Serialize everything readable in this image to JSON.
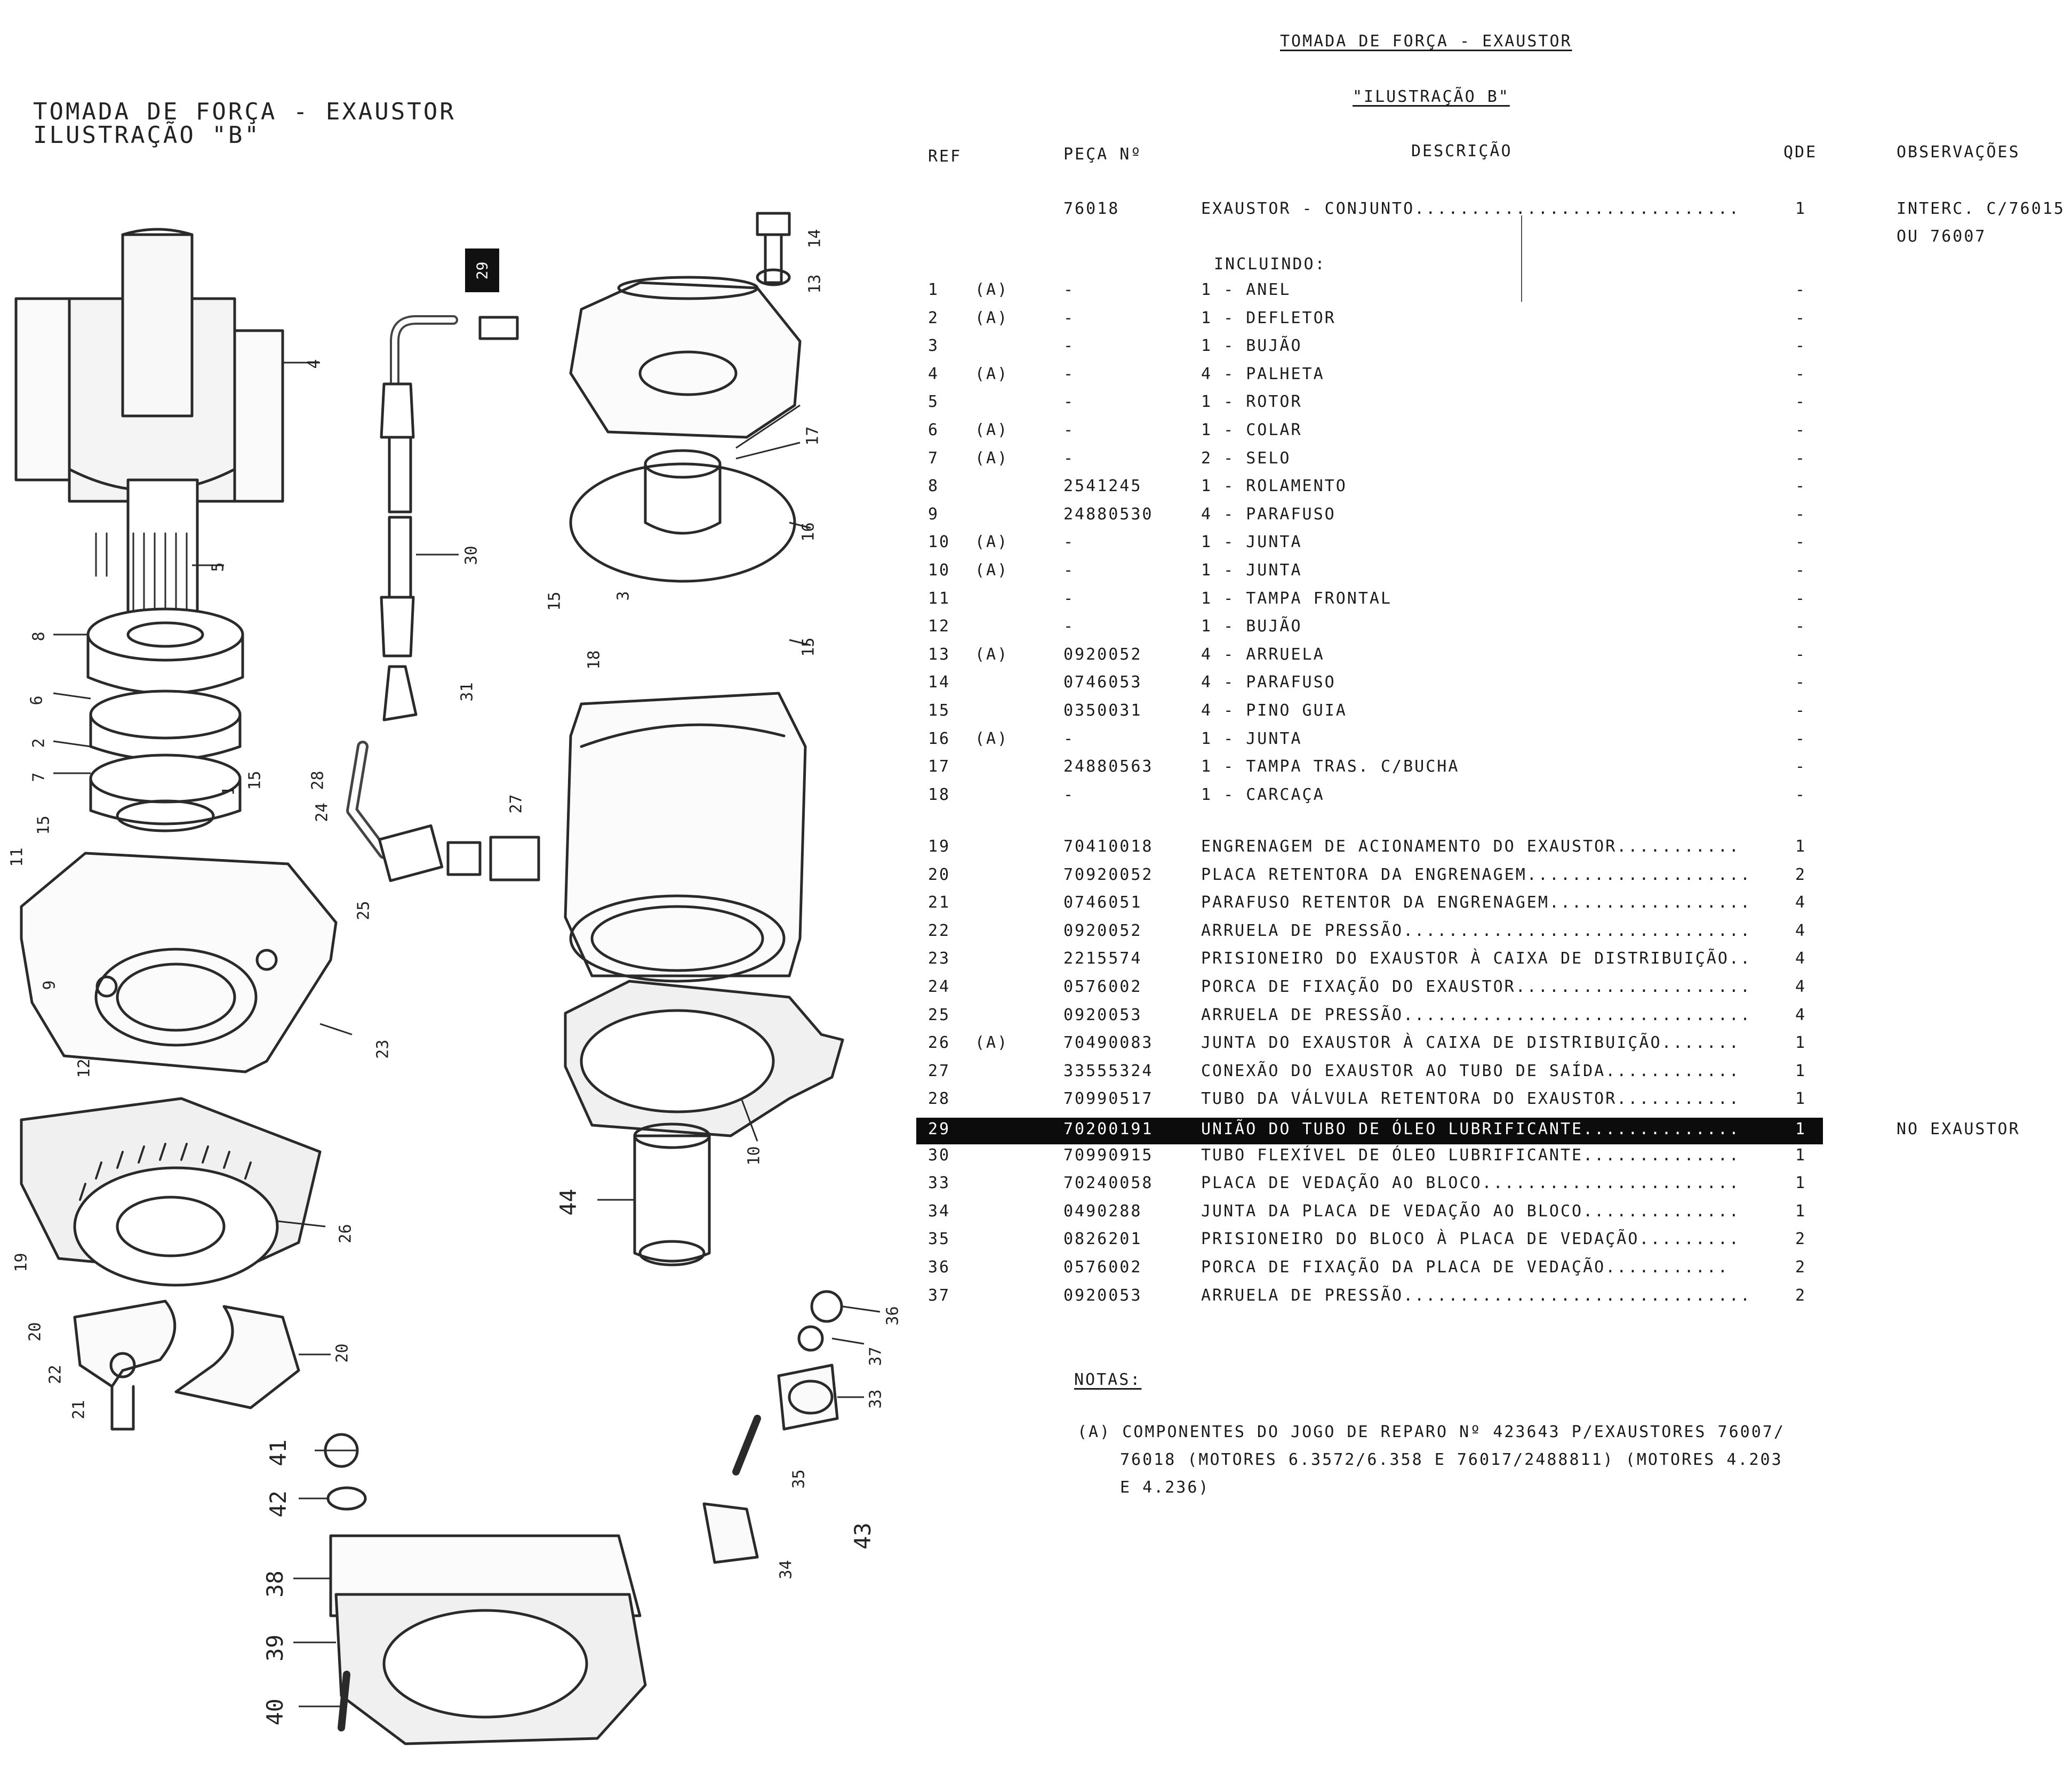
{
  "diagram": {
    "title_line1": "TOMADA DE FORÇA - EXAUSTOR",
    "title_line2": "ILUSTRAÇÃO \"B\"",
    "highlighted_callout": "29",
    "callouts": [
      {
        "label": "14"
      },
      {
        "label": "13"
      },
      {
        "label": "4"
      },
      {
        "label": "17"
      },
      {
        "label": "30"
      },
      {
        "label": "5"
      },
      {
        "label": "16"
      },
      {
        "label": "8"
      },
      {
        "label": "15"
      },
      {
        "label": "3"
      },
      {
        "label": "15"
      },
      {
        "label": "6"
      },
      {
        "label": "18"
      },
      {
        "label": "31"
      },
      {
        "label": "2"
      },
      {
        "label": "7"
      },
      {
        "label": "28"
      },
      {
        "label": "15"
      },
      {
        "label": "24"
      },
      {
        "label": "1"
      },
      {
        "label": "11"
      },
      {
        "label": "15"
      },
      {
        "label": "27"
      },
      {
        "label": "25"
      },
      {
        "label": "9"
      },
      {
        "label": "23"
      },
      {
        "label": "12"
      },
      {
        "label": "10"
      },
      {
        "label": "26"
      },
      {
        "label": "19"
      },
      {
        "label": "44"
      },
      {
        "label": "20"
      },
      {
        "label": "20"
      },
      {
        "label": "22"
      },
      {
        "label": "21"
      },
      {
        "label": "36"
      },
      {
        "label": "37"
      },
      {
        "label": "33"
      },
      {
        "label": "35"
      },
      {
        "label": "41"
      },
      {
        "label": "42"
      },
      {
        "label": "43"
      },
      {
        "label": "34"
      },
      {
        "label": "38"
      },
      {
        "label": "39"
      },
      {
        "label": "40"
      }
    ]
  },
  "page": {
    "title": "TOMADA DE FORÇA - EXAUSTOR",
    "subtitle": "\"ILUSTRAÇÃO B\"",
    "headers": {
      "ref": "REF",
      "part": "PEÇA Nº",
      "desc": "DESCRIÇÃO",
      "qty": "QDE",
      "obs": "OBSERVAÇÕES"
    },
    "main_item": {
      "part": "76018",
      "desc": "EXAUSTOR - CONJUNTO.............................",
      "qty": "1",
      "obs": "INTERC. C/76015",
      "obs2": "OU 76007"
    },
    "including_label": "INCLUINDO:",
    "rows": [
      {
        "ref": "1",
        "a": "(A)",
        "part": "-",
        "desc": "1 - ANEL",
        "qty": "-"
      },
      {
        "ref": "2",
        "a": "(A)",
        "part": "-",
        "desc": "1 - DEFLETOR",
        "qty": "-"
      },
      {
        "ref": "3",
        "a": "",
        "part": "-",
        "desc": "1 - BUJÃO",
        "qty": "-"
      },
      {
        "ref": "4",
        "a": "(A)",
        "part": "-",
        "desc": "4 - PALHETA",
        "qty": "-"
      },
      {
        "ref": "5",
        "a": "",
        "part": "-",
        "desc": "1 - ROTOR",
        "qty": "-"
      },
      {
        "ref": "6",
        "a": "(A)",
        "part": "-",
        "desc": "1 - COLAR",
        "qty": "-"
      },
      {
        "ref": "7",
        "a": "(A)",
        "part": "-",
        "desc": "2 - SELO",
        "qty": "-"
      },
      {
        "ref": "8",
        "a": "",
        "part": "2541245",
        "desc": "1 - ROLAMENTO",
        "qty": "-"
      },
      {
        "ref": "9",
        "a": "",
        "part": "24880530",
        "desc": "4 - PARAFUSO",
        "qty": "-"
      },
      {
        "ref": "10",
        "a": "(A)",
        "part": "-",
        "desc": "1 - JUNTA",
        "qty": "-"
      },
      {
        "ref": "10",
        "a": "(A)",
        "part": "-",
        "desc": "1 - JUNTA",
        "qty": "-"
      },
      {
        "ref": "11",
        "a": "",
        "part": "-",
        "desc": "1 - TAMPA FRONTAL",
        "qty": "-"
      },
      {
        "ref": "12",
        "a": "",
        "part": "-",
        "desc": "1 - BUJÃO",
        "qty": "-"
      },
      {
        "ref": "13",
        "a": "(A)",
        "part": "0920052",
        "desc": "4 - ARRUELA",
        "qty": "-"
      },
      {
        "ref": "14",
        "a": "",
        "part": "0746053",
        "desc": "4 - PARAFUSO",
        "qty": "-"
      },
      {
        "ref": "15",
        "a": "",
        "part": "0350031",
        "desc": "4 - PINO GUIA",
        "qty": "-"
      },
      {
        "ref": "16",
        "a": "(A)",
        "part": "-",
        "desc": "1 - JUNTA",
        "qty": "-"
      },
      {
        "ref": "17",
        "a": "",
        "part": "24880563",
        "desc": "1 - TAMPA TRAS. C/BUCHA",
        "qty": "-"
      },
      {
        "ref": "18",
        "a": "",
        "part": "-",
        "desc": "1 - CARCAÇA",
        "qty": "-"
      }
    ],
    "rows2": [
      {
        "ref": "19",
        "a": "",
        "part": "70410018",
        "desc": "ENGRENAGEM DE ACIONAMENTO DO EXAUSTOR...........",
        "qty": "1",
        "obs": ""
      },
      {
        "ref": "20",
        "a": "",
        "part": "70920052",
        "desc": "PLACA RETENTORA DA ENGRENAGEM....................",
        "qty": "2",
        "obs": ""
      },
      {
        "ref": "21",
        "a": "",
        "part": "0746051",
        "desc": "PARAFUSO RETENTOR DA ENGRENAGEM..................",
        "qty": "4",
        "obs": ""
      },
      {
        "ref": "22",
        "a": "",
        "part": "0920052",
        "desc": "ARRUELA DE PRESSÃO...............................",
        "qty": "4",
        "obs": ""
      },
      {
        "ref": "23",
        "a": "",
        "part": "2215574",
        "desc": "PRISIONEIRO DO EXAUSTOR À CAIXA DE DISTRIBUIÇÃO..",
        "qty": "4",
        "obs": ""
      },
      {
        "ref": "24",
        "a": "",
        "part": "0576002",
        "desc": "PORCA DE FIXAÇÃO DO EXAUSTOR.....................",
        "qty": "4",
        "obs": ""
      },
      {
        "ref": "25",
        "a": "",
        "part": "0920053",
        "desc": "ARRUELA DE PRESSÃO...............................",
        "qty": "4",
        "obs": ""
      },
      {
        "ref": "26",
        "a": "(A)",
        "part": "70490083",
        "desc": "JUNTA DO EXAUSTOR À CAIXA DE DISTRIBUIÇÃO.......",
        "qty": "1",
        "obs": ""
      },
      {
        "ref": "27",
        "a": "",
        "part": "33555324",
        "desc": "CONEXÃO DO EXAUSTOR AO TUBO DE SAÍDA............",
        "qty": "1",
        "obs": ""
      },
      {
        "ref": "28",
        "a": "",
        "part": "70990517",
        "desc": "TUBO DA VÁLVULA RETENTORA DO EXAUSTOR...........",
        "qty": "1",
        "obs": ""
      },
      {
        "ref": "29",
        "a": "",
        "part": "70200191",
        "desc": "UNIÃO DO TUBO DE ÓLEO LUBRIFICANTE..............",
        "qty": "1",
        "obs": "NO EXAUSTOR",
        "highlight": true
      },
      {
        "ref": "30",
        "a": "",
        "part": "70990915",
        "desc": "TUBO FLEXÍVEL DE ÓLEO LUBRIFICANTE..............",
        "qty": "1",
        "obs": ""
      },
      {
        "ref": "33",
        "a": "",
        "part": "70240058",
        "desc": "PLACA DE VEDAÇÃO AO BLOCO.......................",
        "qty": "1",
        "obs": ""
      },
      {
        "ref": "34",
        "a": "",
        "part": "0490288",
        "desc": "JUNTA DA PLACA DE VEDAÇÃO AO BLOCO..............",
        "qty": "1",
        "obs": ""
      },
      {
        "ref": "35",
        "a": "",
        "part": "0826201",
        "desc": "PRISIONEIRO DO BLOCO À PLACA DE VEDAÇÃO.........",
        "qty": "2",
        "obs": ""
      },
      {
        "ref": "36",
        "a": "",
        "part": "0576002",
        "desc": "PORCA DE FIXAÇÃO DA PLACA DE VEDAÇÃO...........",
        "qty": "2",
        "obs": ""
      },
      {
        "ref": "37",
        "a": "",
        "part": "0920053",
        "desc": "ARRUELA DE PRESSÃO...............................",
        "qty": "2",
        "obs": ""
      }
    ],
    "notes_label": "NOTAS:",
    "note_lines": [
      "(A) COMPONENTES DO JOGO DE REPARO Nº 423643 P/EXAUSTORES 76007/",
      "76018 (MOTORES 6.3572/6.358 E 76017/2488811) (MOTORES 4.203",
      "E 4.236)"
    ]
  }
}
